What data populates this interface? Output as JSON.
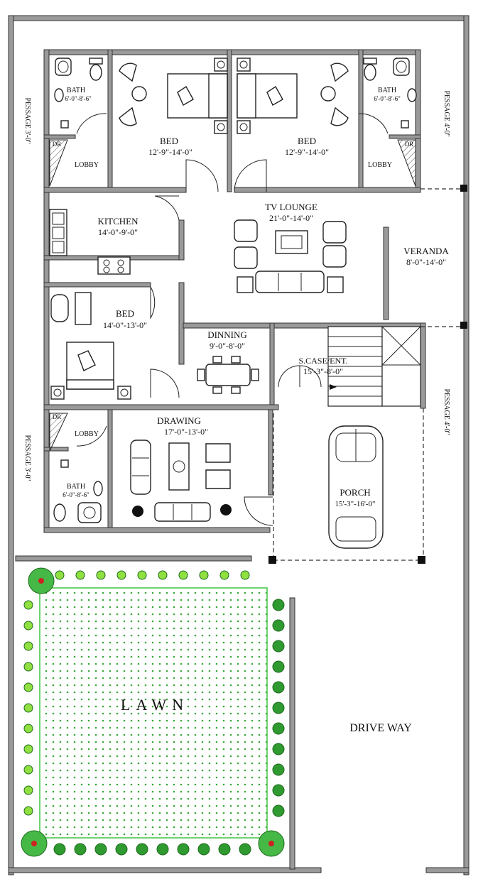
{
  "rooms": {
    "bath_tl": {
      "name": "BATH",
      "size": "6'-0\"-8'-6\""
    },
    "bath_tr": {
      "name": "BATH",
      "size": "6'-0\"-8'-6\""
    },
    "bed_left": {
      "name": "BED",
      "size": "12'-9\"-14'-0\""
    },
    "bed_right": {
      "name": "BED",
      "size": "12'-9\"-14'-0\""
    },
    "lobby_tl": {
      "name": "LOBBY"
    },
    "lobby_tr": {
      "name": "LOBBY"
    },
    "dr_tl": {
      "name": "DR"
    },
    "dr_tr": {
      "name": "DR"
    },
    "kitchen": {
      "name": "KITCHEN",
      "size": "14'-0\"-9'-0\""
    },
    "tv_lounge": {
      "name": "TV LOUNGE",
      "size": "21'-0\"-14'-0\""
    },
    "veranda": {
      "name": "VERANDA",
      "size": "8'-0\"-14'-0\""
    },
    "bed_mid": {
      "name": "BED",
      "size": "14'-0\"-13'-0\""
    },
    "dinning": {
      "name": "DINNING",
      "size": "9'-0\"-8'-0\""
    },
    "stairs": {
      "name": "S.CASE/ENT.",
      "size": "15'-3\"-8'-0\""
    },
    "drawing": {
      "name": "DRAWING",
      "size": "17'-0\"-13'-0\""
    },
    "lobby_bl": {
      "name": "LOBBY"
    },
    "dr_bl": {
      "name": "DR"
    },
    "bath_bl": {
      "name": "BATH",
      "size": "6'-0\"-8'-6\""
    },
    "porch": {
      "name": "PORCH",
      "size": "15'-3\"-16'-0\""
    },
    "lawn": {
      "name": "LAWN"
    },
    "driveway": {
      "name": "DRIVE WAY"
    }
  },
  "passages": {
    "left_top": "PESSAGE 3'-0\"",
    "right_top": "PESSAGE 4'-0\"",
    "right_mid": "PESSAGE 4'-0\"",
    "left_bottom": "PESSAGE 3'-0\""
  },
  "colors": {
    "wall": "#9a9a9a",
    "lawn_line": "#3ec43e",
    "lawn_dot": "#3aa83a",
    "plant": "#2f9a2f",
    "tree_center": "#cc2222"
  }
}
